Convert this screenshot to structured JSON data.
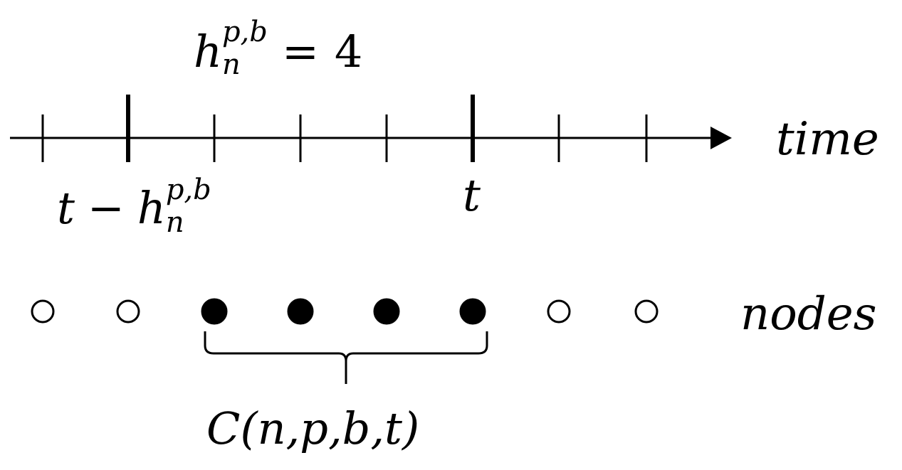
{
  "header_equation": {
    "base": "h",
    "superscript": "p,b",
    "subscript": "n",
    "relation": "=",
    "value": "4"
  },
  "axis": {
    "label": "time",
    "ticks": 8,
    "bold_ticks": [
      1,
      5
    ]
  },
  "tick_labels": {
    "start": {
      "prefix": "t",
      "minus": "−",
      "base": "h",
      "superscript": "p,b",
      "subscript": "n"
    },
    "end": "t"
  },
  "nodes": {
    "label": "nodes",
    "states": [
      "open",
      "open",
      "filled",
      "filled",
      "filled",
      "filled",
      "open",
      "open"
    ]
  },
  "brace_label": "C(n,p,b,t)"
}
